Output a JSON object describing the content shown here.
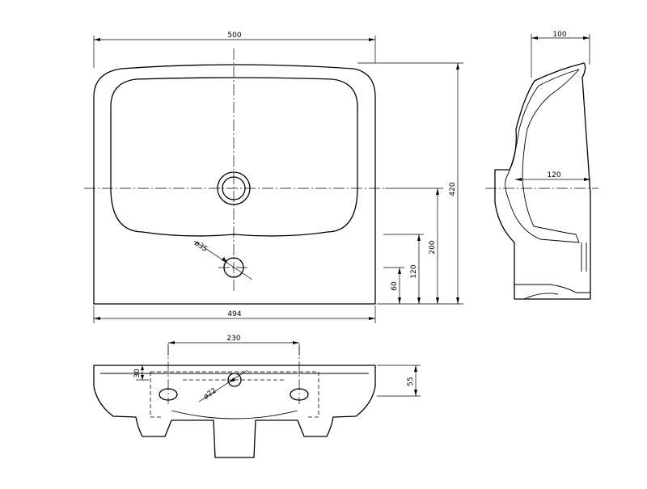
{
  "top_view": {
    "width_top": "500",
    "width_bottom": "494",
    "height": "420",
    "dim_200": "200",
    "dim_120": "120",
    "dim_60": "60",
    "hole_diameter": "ø35"
  },
  "side_view": {
    "depth_top": "100",
    "depth_mid": "120"
  },
  "front_view": {
    "spacing": "230",
    "dim_30": "30",
    "dim_55": "55",
    "hole_diameter": "ø22"
  }
}
